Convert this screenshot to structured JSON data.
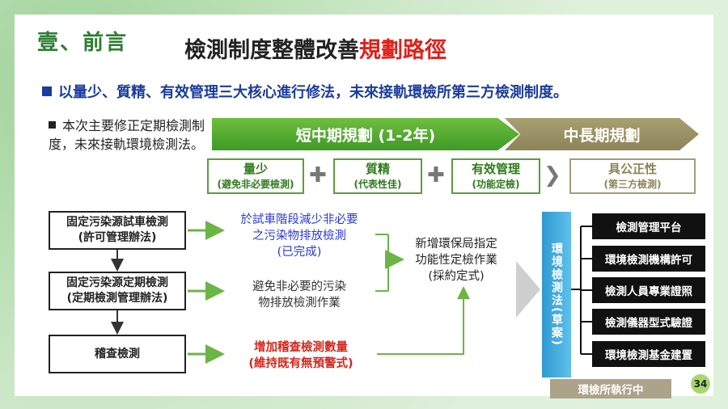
{
  "section_title": "壹、前言",
  "main_title": {
    "part1": "檢測制度整體改善",
    "part2": "規劃路徑"
  },
  "headline": "以量少、質精、有效管理三大核心進行修法，未來接軌環檢所第三方檢測制度。",
  "bullet": "本次主要修正定期檢測制度，未來接軌環境檢測法。",
  "phases": {
    "short": "短中期規劃 (1-2年)",
    "long": "中長期規劃"
  },
  "phase_boxes": [
    {
      "title": "量少",
      "sub": "(避免非必要檢測)"
    },
    {
      "title": "質精",
      "sub": "(代表性佳)"
    },
    {
      "title": "有效管理",
      "sub": "(功能定檢)"
    },
    {
      "title": "具公正性",
      "sub": "(第三方檢測)"
    }
  ],
  "left_boxes": [
    {
      "line1": "固定污染源試車檢測",
      "line2": "(許可管理辦法)"
    },
    {
      "line1": "固定污染源定期檢測",
      "line2": "(定期檢測管理辦法)"
    },
    {
      "line1": "稽查檢測",
      "line2": ""
    }
  ],
  "mid_texts": [
    {
      "l1": "於試車階段減少非必要",
      "l2": "之污染物排放檢測",
      "l3": "(已完成)"
    },
    {
      "l1": "避免非必要的污染",
      "l2": "物排放檢測作業"
    },
    {
      "l1": "增加稽查檢測數量",
      "l2": "(維持既有無預警式)"
    }
  ],
  "right_text": {
    "l1": "新增環保局指定",
    "l2": "功能性定檢作業",
    "l3": "(採約定式)"
  },
  "law": "環境檢測法(草案)",
  "law_items": [
    "檢測管理平台",
    "環境檢測機構許可",
    "檢測人員專業證照",
    "檢測儀器型式驗證",
    "環境檢測基金建置"
  ],
  "status": "環檢所執行中",
  "page_number": "34",
  "colors": {
    "green": "#3f9a27",
    "olive": "#8c8458",
    "blue": "#1a3c9c",
    "red": "#e0201a"
  }
}
